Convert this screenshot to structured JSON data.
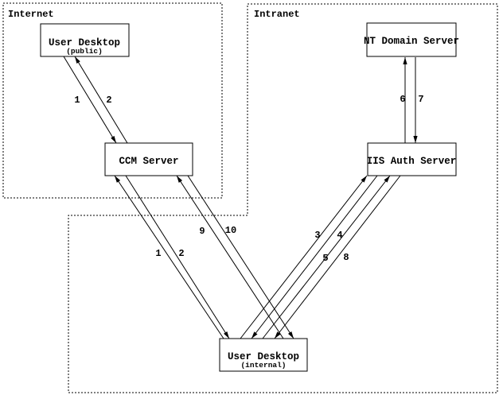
{
  "colors": {
    "ink": "#000000",
    "background": "#ffffff"
  },
  "zones": {
    "internet": {
      "label": "Internet"
    },
    "intranet": {
      "label": "Intranet"
    }
  },
  "nodes": {
    "user_desktop_public": {
      "title": "User Desktop",
      "subtitle": "(public)"
    },
    "ccm_server": {
      "title": "CCM Server"
    },
    "nt_domain_server": {
      "title": "NT Domain Server"
    },
    "iis_auth_server": {
      "title": "IIS Auth Server"
    },
    "user_desktop_internal": {
      "title": "User Desktop",
      "subtitle": "(internal)"
    }
  },
  "flow_labels": {
    "public_ccm": [
      "1",
      "2"
    ],
    "internal_ccm": [
      "1",
      "2"
    ],
    "ccm_internal": [
      "9",
      "10"
    ],
    "internal_iis_a": [
      "3",
      "4"
    ],
    "internal_iis_b": [
      "5",
      "8"
    ],
    "iis_nt": [
      "6",
      "7"
    ]
  }
}
